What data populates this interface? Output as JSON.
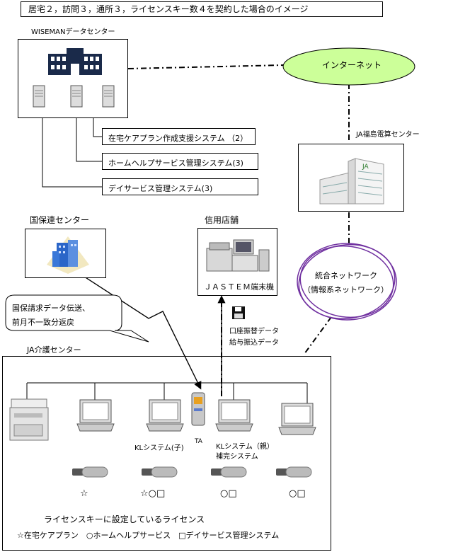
{
  "header": {
    "title": "居宅２，訪問３，通所３，ライセンスキー数４を契約した場合のイメージ"
  },
  "wiseman": {
    "label": "WISEMANデータセンター",
    "systems": [
      "在宅ケアプラン作成支援システム （2）",
      "ホームヘルプサービス管理システム(3)",
      "デイサービス管理システム(3)"
    ]
  },
  "internet": {
    "label": "インターネット"
  },
  "ja_fukushima": {
    "label": "JA福島電算センター"
  },
  "kokuho": {
    "label": "国保連センター"
  },
  "shinyo": {
    "label": "信用店舗",
    "terminal_label": "ＪＡＳＴＥＭ端末機"
  },
  "network": {
    "line1": "統合ネットワーク",
    "line2": "（情報系ネットワーク）"
  },
  "callout": {
    "line1": "国保請求データ伝送、",
    "line2": "前月不一致分返戻"
  },
  "transfer": {
    "line1": "口座振替データ",
    "line2": "給与振込データ"
  },
  "kaigo": {
    "label": "JA介護センター",
    "ta_label": "TA",
    "kl_child_label": "KLシステム(子)",
    "kl_parent_line1": "KLシステム（親）",
    "kl_parent_line2": "補完システム",
    "key_marks": [
      "☆",
      "☆○□",
      "○□",
      "○□"
    ],
    "license_title": "ライセンスキーに設定しているライセンス",
    "license_legend": "☆在宅ケアプラン　○ホームヘルプサービス　□デイサービス管理システム"
  },
  "colors": {
    "internet_fill": "#ccff99",
    "network_ring": "#7030a0",
    "building": "#1f3a93"
  }
}
